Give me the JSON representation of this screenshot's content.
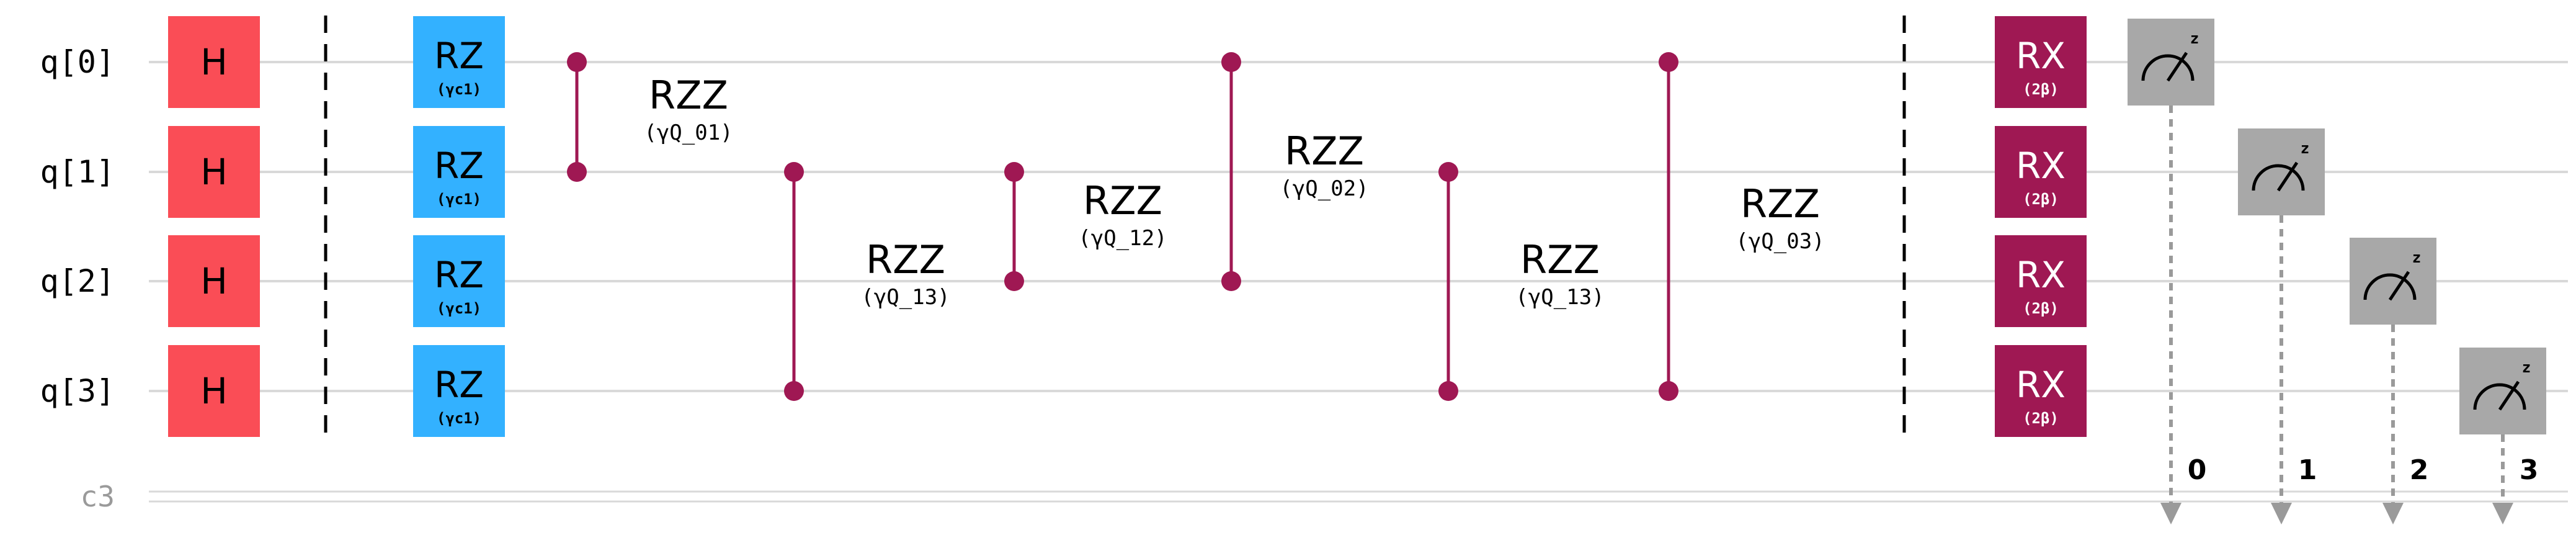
{
  "qubits": [
    "q[0]",
    "q[1]",
    "q[2]",
    "q[3]"
  ],
  "classical_register": "c3",
  "colors": {
    "h_gate": "#fa4d56",
    "rz_gate": "#33b1ff",
    "rx_gate": "#9f1853",
    "rzz": "#9f1853",
    "measure": "#a8a8a8"
  },
  "h_gates": [
    {
      "label": "H",
      "qubit": 0
    },
    {
      "label": "H",
      "qubit": 1
    },
    {
      "label": "H",
      "qubit": 2
    },
    {
      "label": "H",
      "qubit": 3
    }
  ],
  "rz_gates": [
    {
      "label": "RZ",
      "param": "(γc1)",
      "qubit": 0
    },
    {
      "label": "RZ",
      "param": "(γc1)",
      "qubit": 1
    },
    {
      "label": "RZ",
      "param": "(γc1)",
      "qubit": 2
    },
    {
      "label": "RZ",
      "param": "(γc1)",
      "qubit": 3
    }
  ],
  "rzz_gates": [
    {
      "label": "RZZ",
      "param": "(γQ_01)",
      "qubits": [
        0,
        1
      ]
    },
    {
      "label": "RZZ",
      "param": "(γQ_13)",
      "qubits": [
        1,
        3
      ]
    },
    {
      "label": "RZZ",
      "param": "(γQ_12)",
      "qubits": [
        1,
        2
      ]
    },
    {
      "label": "RZZ",
      "param": "(γQ_02)",
      "qubits": [
        0,
        2
      ]
    },
    {
      "label": "RZZ",
      "param": "(γQ_13)",
      "qubits": [
        1,
        3
      ]
    },
    {
      "label": "RZZ",
      "param": "(γQ_03)",
      "qubits": [
        0,
        3
      ]
    }
  ],
  "rx_gates": [
    {
      "label": "RX",
      "param": "(2β)",
      "qubit": 0
    },
    {
      "label": "RX",
      "param": "(2β)",
      "qubit": 1
    },
    {
      "label": "RX",
      "param": "(2β)",
      "qubit": 2
    },
    {
      "label": "RX",
      "param": "(2β)",
      "qubit": 3
    }
  ],
  "measurements": [
    {
      "qubit": 0,
      "bit": "0",
      "basis": "z"
    },
    {
      "qubit": 1,
      "bit": "1",
      "basis": "z"
    },
    {
      "qubit": 2,
      "bit": "2",
      "basis": "z"
    },
    {
      "qubit": 3,
      "bit": "3",
      "basis": "z"
    }
  ]
}
